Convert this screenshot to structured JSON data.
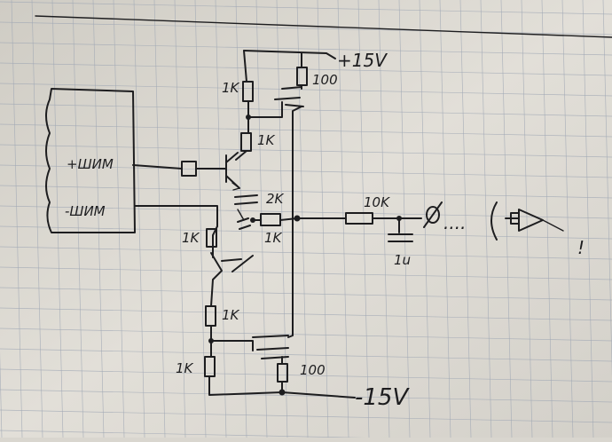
{
  "colors": {
    "paper": "#dcd9d2",
    "grid": "#9fa7b4",
    "ink": "#1d1d1f"
  },
  "labels": {
    "supply_pos": "+15V",
    "supply_neg": "-15V",
    "pwm_pos": "+ШИМ",
    "pwm_neg": "-ШИМ",
    "r_top_left": "1K",
    "r_top_drain": "100",
    "r_upper_base": "1K",
    "r_mid": "1K",
    "r_output": "10K",
    "r_left_mid": "1K",
    "r_lower": "1K",
    "r_bottom_left": "1K",
    "r_bottom_drain": "100",
    "cap_top_label": "2K",
    "cap_filter_label": "1u",
    "trailing_dots": "....",
    "bang_right": "!"
  }
}
